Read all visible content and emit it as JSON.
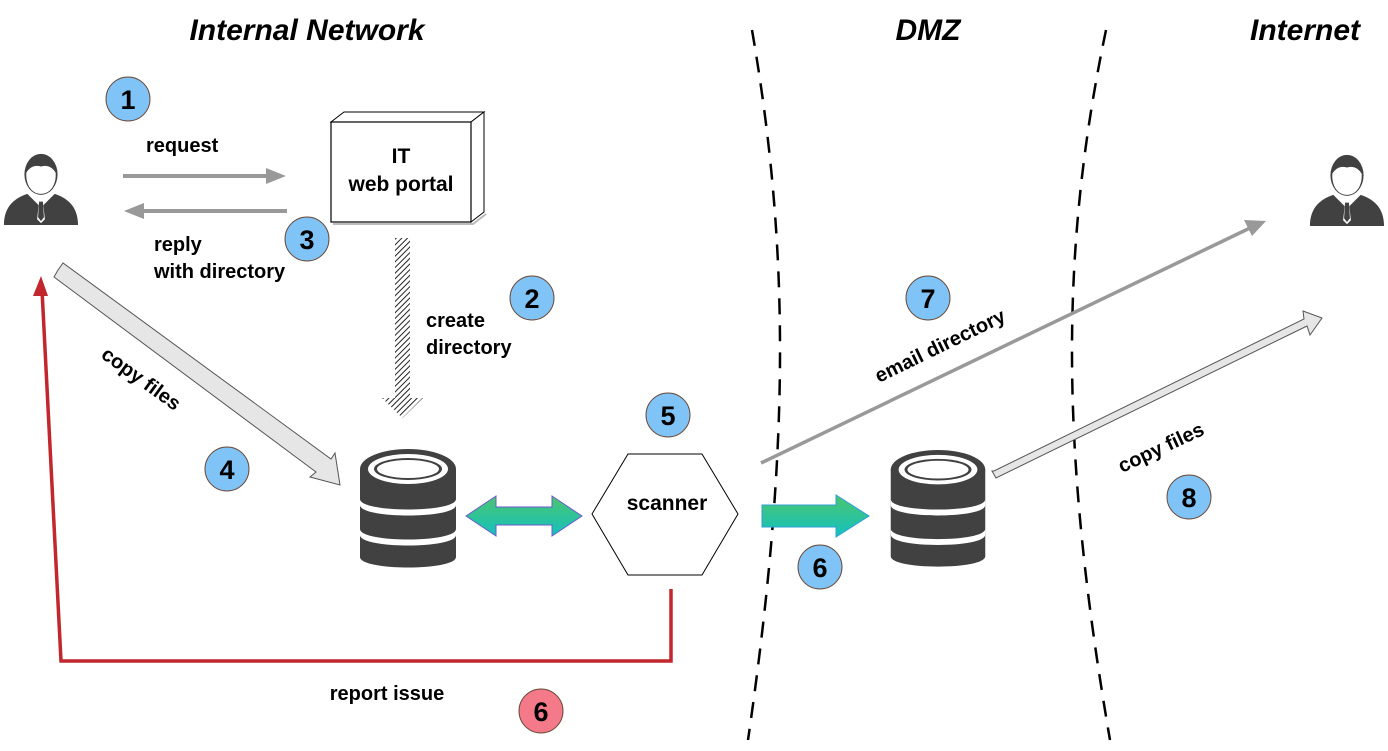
{
  "zones": {
    "internal": "Internal Network",
    "dmz": "DMZ",
    "internet": "Internet"
  },
  "nodes": {
    "portal_line1": "IT",
    "portal_line2": "web portal",
    "scanner": "scanner"
  },
  "labels": {
    "request": "request",
    "reply_line1": "reply",
    "reply_line2": "with directory",
    "create_line1": "create",
    "create_line2": "directory",
    "copy_files_internal": "copy files",
    "email_directory": "email directory",
    "copy_files_external": "copy files",
    "report_issue": "report issue"
  },
  "badges": {
    "step1": "1",
    "step2": "2",
    "step3": "3",
    "step4": "4",
    "step5": "5",
    "step6_transfer": "6",
    "step6_report": "6",
    "step7": "7",
    "step8": "8"
  },
  "colors": {
    "badge_blue": "#80c4f7",
    "badge_red": "#f47a89",
    "report_line": "#c1272d",
    "icon_dark": "#414142",
    "arrow_gray": "#999999",
    "arrow_light": "#e6e6e6",
    "gradient_top": "#4cc56e",
    "gradient_bottom": "#13c1c0"
  }
}
